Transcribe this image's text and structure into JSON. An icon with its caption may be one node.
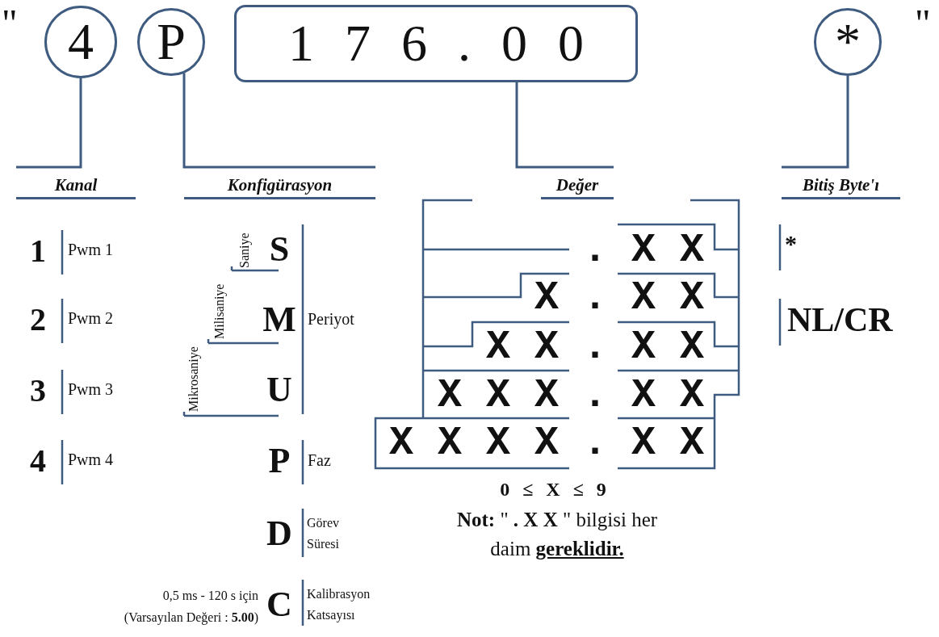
{
  "diagram": {
    "nodes": [
      {
        "text": [
          "4"
        ]
      },
      {
        "text": [
          "P"
        ]
      },
      {
        "text": [
          "1 7 6 . 0 0"
        ]
      },
      {
        "text": [
          "*"
        ]
      },
      {
        "text": [
          "Kanal"
        ]
      },
      {
        "text": [
          "Konfigürasyon"
        ]
      },
      {
        "text": [
          "Değer"
        ]
      },
      {
        "text": [
          "Bitiş Byte'ı"
        ]
      }
    ],
    "edges": [
      {
        "from": 0,
        "to": 4,
        "arrow": "none"
      },
      {
        "from": 1,
        "to": 5,
        "arrow": "none"
      },
      {
        "from": 2,
        "to": 6,
        "arrow": "none"
      },
      {
        "from": 3,
        "to": 7,
        "arrow": "none"
      }
    ],
    "labels": [
      "\"",
      "\"",
      "1",
      "Pwm 1",
      "2",
      "Pwm 2",
      "3",
      "Pwm 3",
      "4",
      "Pwm 4",
      "Saniye",
      "S",
      "Milisaniye",
      "M",
      "Periyot",
      "Mikrosaniye",
      "U",
      "P",
      "Faz",
      "D",
      "Görev Süresi",
      "0,5 ms - 120 s için (Varsayılan Değeri : **5.00**)",
      "C",
      "Kalibrasyon Katsayısı",
      ". X X",
      "*",
      "X . X X",
      "NL/CR",
      "X X . X X",
      "X X X . X X",
      "X X X X . X X",
      "0 ≤ X ≤ 9",
      "**Not:** \" **. X X** \" bilgisi her daim **gereklidir.**"
    ]
  }
}
